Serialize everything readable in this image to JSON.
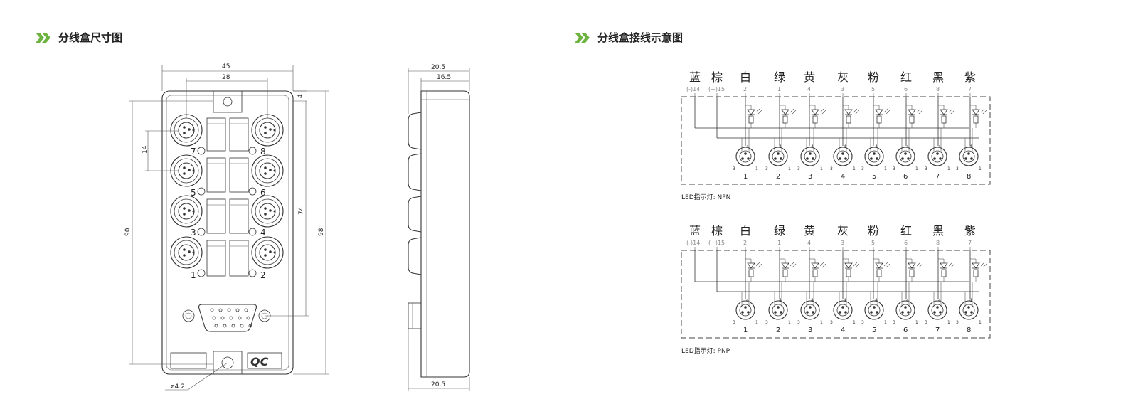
{
  "headers": {
    "left": "分线盒尺寸图",
    "right": "分线盒接线示意图"
  },
  "accent_color": "#6db33f",
  "front_view": {
    "dim_width": "45",
    "dim_port_spacing": "28",
    "dim_top_offset": "4",
    "dim_pitch": "14",
    "dim_height_inner": "90",
    "dim_port_span": "74",
    "dim_height_total": "98",
    "dim_hole": "ø4.2",
    "port_labels": [
      {
        "left": "7",
        "right": "8"
      },
      {
        "left": "5",
        "right": "6"
      },
      {
        "left": "3",
        "right": "4"
      },
      {
        "left": "1",
        "right": "2"
      }
    ],
    "logo_text": "QC"
  },
  "side_view": {
    "dim_top_outer": "20.5",
    "dim_top_inner": "16.5",
    "dim_bottom": "20.5"
  },
  "wiring": {
    "wire_colors": [
      "蓝",
      "棕",
      "白",
      "绿",
      "黄",
      "灰",
      "粉",
      "红",
      "黑",
      "紫"
    ],
    "power_pins": [
      "(-)14",
      "(+)15"
    ],
    "signal_pins": [
      "2",
      "1",
      "4",
      "3",
      "5",
      "6",
      "8",
      "7"
    ],
    "port_numbers": [
      "1",
      "2",
      "3",
      "4",
      "5",
      "6",
      "7",
      "8"
    ],
    "connector_pin_labels": {
      "top": "4",
      "left": "3",
      "right": "1"
    },
    "diagrams": [
      {
        "caption": "LED指示灯: NPN"
      },
      {
        "caption": "LED指示灯: PNP"
      }
    ]
  }
}
